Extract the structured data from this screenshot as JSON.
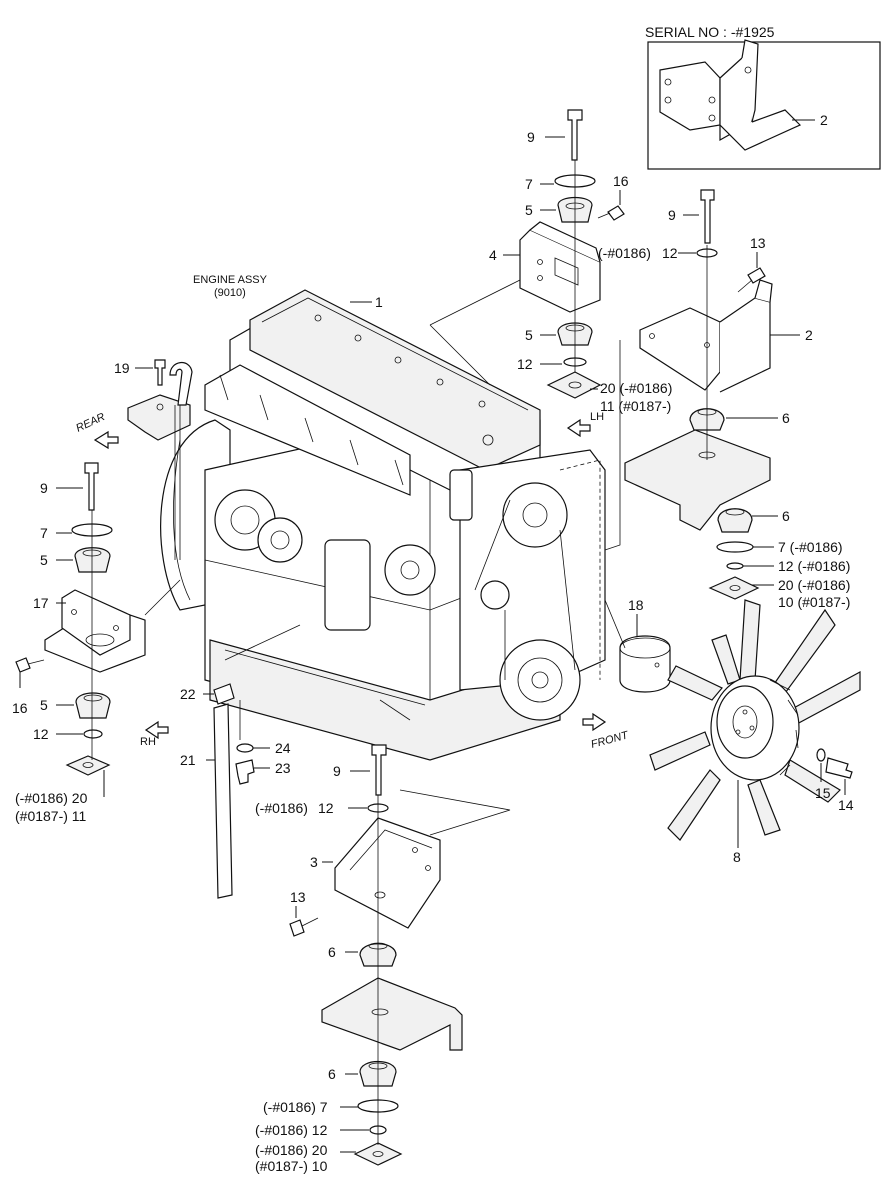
{
  "serial_box": {
    "title": "SERIAL NO : -#1925",
    "part": "2"
  },
  "engine": {
    "title": "ENGINE ASSY",
    "code": "(9010)",
    "part": "1"
  },
  "directions": {
    "rear": "REAR",
    "front": "FRONT",
    "lh": "LH",
    "rh": "RH"
  },
  "callouts": {
    "right_mount": {
      "bolt": "9",
      "washer": "7",
      "rubber_top": "5",
      "bolt_small": "16",
      "bracket": "4",
      "rubber_bottom": "5",
      "washer_small": "12",
      "plate_a": "20 (-#0186)",
      "plate_b": "11 (#0187-)"
    },
    "left_mount": {
      "bolt": "9",
      "washer": "12",
      "washer_range": "(-#0186)",
      "bolt_small": "13",
      "bracket": "2",
      "rubber_top": "6",
      "rubber_bottom": "6",
      "washer_7": "7 (-#0186)",
      "washer_12": "12 (-#0186)",
      "plate_a": "20 (-#0186)",
      "plate_b": "10 (#0187-)"
    },
    "rear_mount": {
      "bolt": "9",
      "washer": "7",
      "rubber_top": "5",
      "bracket": "17",
      "bolt_small": "16",
      "rubber_bottom": "5",
      "washer_small": "12",
      "plate_a": "(-#0186) 20",
      "plate_b": "(#0187-) 11"
    },
    "front_mount": {
      "bolt": "9",
      "washer": "12",
      "washer_range": "(-#0186)",
      "bracket": "3",
      "bolt_small": "13",
      "rubber_top": "6",
      "rubber_bottom": "6",
      "washer_7": "(-#0186) 7",
      "washer_12": "(-#0186) 12",
      "plate_a": "(-#0186) 20",
      "plate_b": "(#0187-) 10"
    },
    "fan": {
      "fan": "8",
      "spacer": "18",
      "washer": "15",
      "bolt": "14"
    },
    "dipstick": {
      "bolt": "19",
      "cap": "22",
      "tube": "21",
      "washer": "24",
      "fitting": "23"
    }
  }
}
